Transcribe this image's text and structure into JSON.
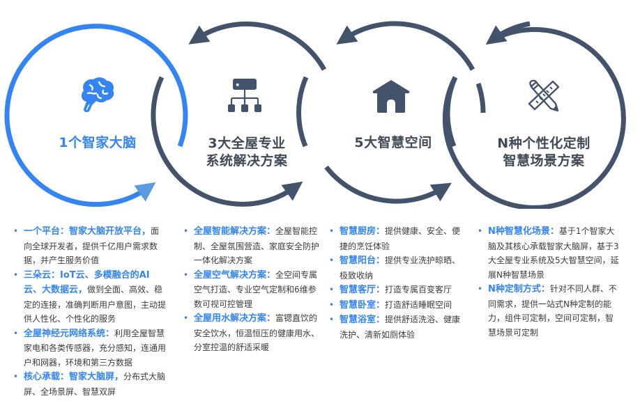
{
  "colors": {
    "accent_blue": "#3385F5",
    "arrow_blue_tip": "#5B9BE0",
    "ring_dark": "#43536B",
    "body_text": "#3C3C3C",
    "bullet": "#3A7FD9"
  },
  "circles": [
    {
      "icon": "brain-icon",
      "title_lines": [
        "1个智家大脑"
      ],
      "color": "#3385F5"
    },
    {
      "icon": "hierarchy-network-icon",
      "title_lines": [
        "3大全屋专业",
        "系统解决方案"
      ],
      "color": "#43536B"
    },
    {
      "icon": "house-icon",
      "title_lines": [
        "5大智慧空间"
      ],
      "color": "#43536B"
    },
    {
      "icon": "pencil-ruler-icon",
      "title_lines": [
        "N种个性化定制",
        "智慧场景方案"
      ],
      "color": "#43536B"
    }
  ],
  "columns": [
    {
      "items": [
        {
          "label": "一个平台：智家大脑开放平台，",
          "text": "面向全球开发者，提供千亿用户需求数据，并产生服务价值"
        },
        {
          "label": "三朵云：IoT云、多模融合的AI云、大数据云，",
          "text": "做到全面、高效、稳定的连接，准确判断用户意图，主动提供人性化、个性化的服务"
        },
        {
          "label": "全屋神经元网络系统：",
          "text": "利用全屋智慧家电和各类传感器，充分感知，连通用户和网器，环境和第三方数据"
        },
        {
          "label": "核心承载：智家大脑屏，",
          "text": "分布式大脑屏、全场景屏、智慧双屏"
        }
      ]
    },
    {
      "items": [
        {
          "label": "全屋智能解决方案：",
          "text": "全屋智能控制、全屋氛围营造、家庭安全防护一体化解决方案"
        },
        {
          "label": "全屋空气解决方案：",
          "text": "全空间专属空气打造、专业空气定制和6维参数可视可控管理"
        },
        {
          "label": "全屋用水解决方案：",
          "text": "富锶直饮的安全饮水，恒温恒压的健康用水、分室控温的舒适采暖"
        }
      ]
    },
    {
      "items": [
        {
          "label": "智慧厨房：",
          "text": "提供健康、安全、便捷的烹饪体验"
        },
        {
          "label": "智慧阳台：",
          "text": "提供专业洗护晾晒、极致收纳"
        },
        {
          "label": "智慧客厅：",
          "text": "打造专属百变客厅"
        },
        {
          "label": "智慧卧室：",
          "text": "打造舒适睡眠空间"
        },
        {
          "label": "智慧浴室：",
          "text": "提供舒适洗浴、健康洗护、清新如厕体验"
        }
      ]
    },
    {
      "items": [
        {
          "label": "N种智慧化场景：",
          "text": "基于1个智家大脑及其核心承载智家大脑屏，基于3大全屋专业系统及5大智慧空间，延展N种智慧场景"
        },
        {
          "label": "N种定制方式：",
          "text": "针对不同人群、不同需求，提供一站式N种定制的能力，组件可定制，空间可定制，智慧场景可定制"
        }
      ]
    }
  ]
}
